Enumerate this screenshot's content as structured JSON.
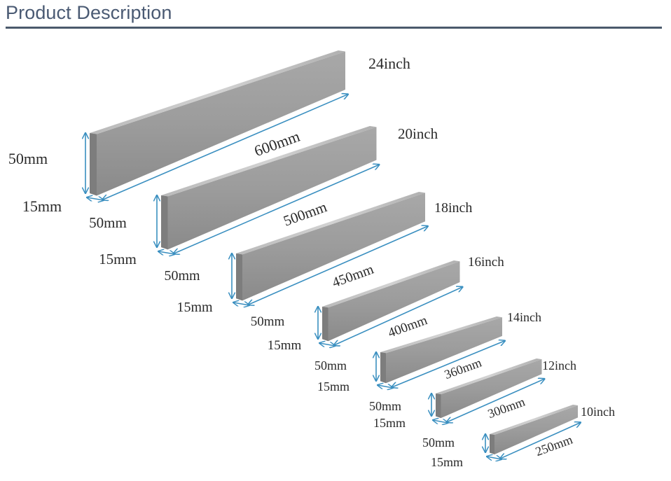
{
  "header": {
    "title": "Product Description"
  },
  "image": {
    "colors": {
      "dimension_line": "#3a8fc0",
      "bar_top": "#c8c8c8",
      "bar_face": "#9a9a9a",
      "bar_end": "#7d7d7d",
      "label_text": "#2a2a2a"
    },
    "bars": [
      {
        "inch": "24inch",
        "length": "600mm",
        "height": "50mm",
        "depth": "15mm"
      },
      {
        "inch": "20inch",
        "length": "500mm",
        "height": "50mm",
        "depth": "15mm"
      },
      {
        "inch": "18inch",
        "length": "450mm",
        "height": "50mm",
        "depth": "15mm"
      },
      {
        "inch": "16inch",
        "length": "400mm",
        "height": "50mm",
        "depth": "15mm"
      },
      {
        "inch": "14inch",
        "length": "360mm",
        "height": "50mm",
        "depth": "15mm"
      },
      {
        "inch": "12inch",
        "length": "300mm",
        "height": "50mm",
        "depth": "15mm"
      },
      {
        "inch": "10inch",
        "length": "250mm",
        "height": "50mm",
        "depth": "15mm"
      }
    ]
  }
}
